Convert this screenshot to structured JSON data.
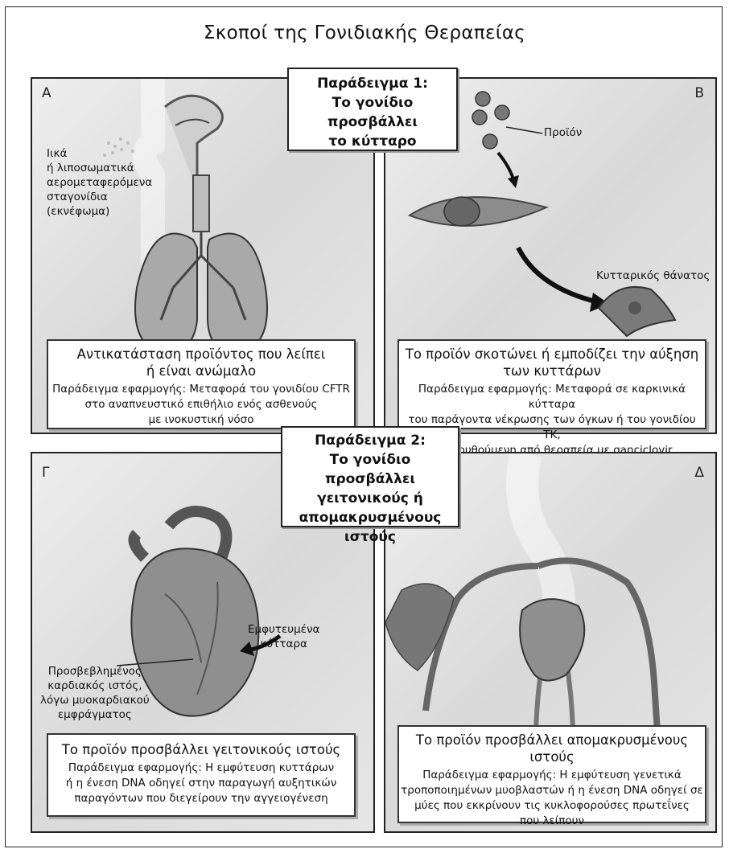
{
  "title": "Σκοποί της Γονιδιακής Θεραπείας",
  "example1": [
    "Παράδειγμα 1:",
    "Το γονίδιο προσβάλλει",
    "το κύτταρο"
  ],
  "example2": [
    "Παράδειγμα 2:",
    "Το γονίδιο προσβάλλει",
    "γειτονικούς ή",
    "απομακρυσμένους",
    "ιστούς"
  ],
  "panels": {
    "A": {
      "letter": "A",
      "labels": [
        "Ιικά",
        "ή λιποσωματικά",
        "αερομεταφερόμενα",
        "σταγονίδια",
        "(εκνέφωμα)"
      ],
      "caption_title": [
        "Αντικατάσταση προϊόντος που λείπει",
        "ή είναι ανώμαλο"
      ],
      "caption_desc": [
        "Παράδειγμα εφαρμογής: Μεταφορά του γονιδίου CFTR",
        "στο αναπνευστικό επιθήλιο ενός ασθενούς",
        "με ινοκυστική νόσο"
      ]
    },
    "B": {
      "letter": "B",
      "product_label": "Προϊόν",
      "death_label": "Κυτταρικός θάνατος",
      "caption_title": [
        "Το προϊόν σκοτώνει ή εμποδίζει την αύξηση",
        "των κυττάρων"
      ],
      "caption_desc": [
        "Παράδειγμα εφαρμογής: Μεταφορά σε καρκινικά κύτταρα",
        "του παράγοντα νέκρωσης των όγκων ή του γονιδίου TK,",
        "ακολουθούμενη από θεραπεία με ganciclovir"
      ]
    },
    "C": {
      "letter": "Γ",
      "implant_label": [
        "Εμφυτευμένα",
        "κύτταρα"
      ],
      "tissue_label": [
        "Προσβεβλημένος",
        "καρδιακός ιστός,",
        "λόγω μυοκαρδιακού",
        "εμφράγματος"
      ],
      "caption_title": [
        "Το προϊόν προσβάλλει γειτονικούς ιστούς"
      ],
      "caption_desc": [
        "Παράδειγμα εφαρμογής: Η εμφύτευση κυττάρων",
        "ή η ένεση DNA οδηγεί στην παραγωγή αυξητικών",
        "παραγόντων που διεγείρουν την αγγειογένεση"
      ]
    },
    "D": {
      "letter": "Δ",
      "caption_title": [
        "Το προϊόν προσβάλλει απομακρυσμένους ιστούς"
      ],
      "caption_desc": [
        "Παράδειγμα εφαρμογής: Η εμφύτευση γενετικά",
        "τροποποιημένων μυοβλαστών ή η ένεση DNA οδηγεί σε",
        "μύες που εκκρίνουν τις κυκλοφορούσες πρωτεΐνες",
        "που λείπουν"
      ]
    }
  }
}
